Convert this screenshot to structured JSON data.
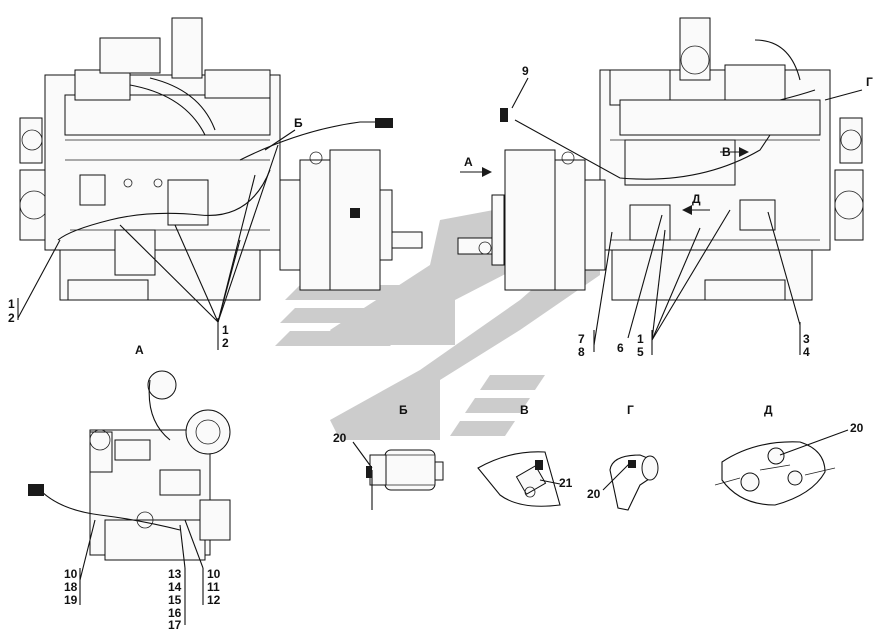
{
  "views": {
    "main": "А",
    "b": "Б",
    "v": "В",
    "g": "Г",
    "d": "Д"
  },
  "arrows": {
    "a": "А",
    "b": "Б",
    "v": "В",
    "g": "Г",
    "d": "Д"
  },
  "callouts": {
    "left_12_a": "1",
    "left_12_b": "2",
    "mid_12_a": "1",
    "mid_12_b": "2",
    "c9": "9",
    "c7": "7",
    "c8": "8",
    "c6": "6",
    "c1": "1",
    "c5": "5",
    "c3": "3",
    "c4": "4",
    "c10a": "10",
    "c18": "18",
    "c19": "19",
    "c13": "13",
    "c14": "14",
    "c15": "15",
    "c16": "16",
    "c17": "17",
    "c10b": "10",
    "c11": "11",
    "c12": "12",
    "c20b": "20",
    "c21": "21",
    "c20g": "20",
    "c20d": "20"
  },
  "colors": {
    "line": "#111111",
    "watermark": "#c8c8c8"
  }
}
